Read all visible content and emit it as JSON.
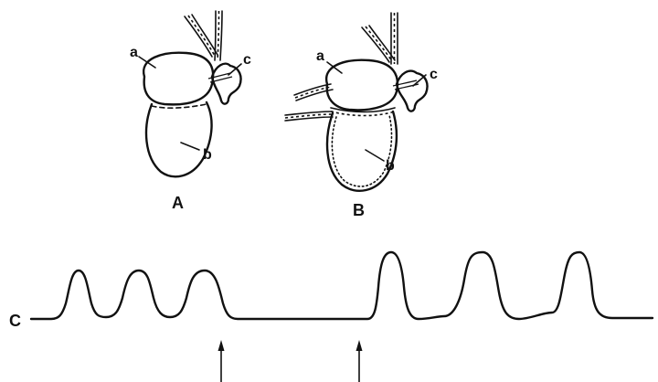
{
  "heart_A": {
    "label_a": "a",
    "label_b": "b",
    "label_c": "c",
    "caption": "A"
  },
  "heart_B": {
    "label_a": "a",
    "label_b": "b",
    "label_c": "c",
    "caption": "B"
  },
  "trace": {
    "label": "C"
  }
}
